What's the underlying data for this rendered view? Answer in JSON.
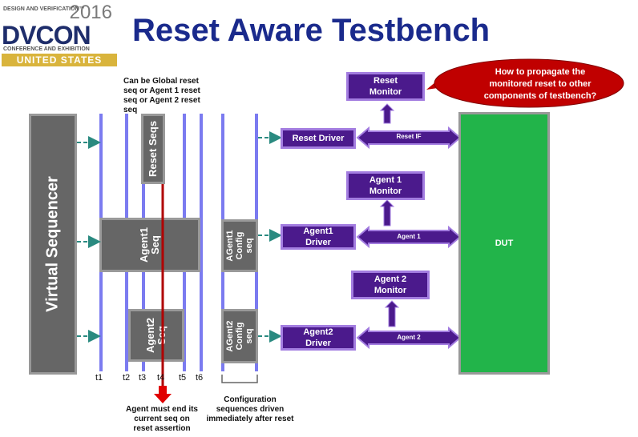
{
  "logo": {
    "year": "2016",
    "line1": "DESIGN AND VERIFICATION™",
    "brand": "DVCON",
    "line2": "CONFERENCE AND EXHIBITION",
    "region": "UNITED STATES"
  },
  "title": "Reset Aware Testbench",
  "virtual_sequencer": "Virtual Sequencer",
  "notes": {
    "top": [
      "Can be Global reset",
      "seq or Agent 1 reset",
      "seq or Agent 2 reset",
      "seq"
    ],
    "bottom_left": [
      "Agent must end its",
      "current seq on",
      "reset assertion"
    ],
    "bottom_right": [
      "Configuration",
      "sequences driven",
      "immediately after reset"
    ]
  },
  "blocks": {
    "reset_seqs": "Reset Seqs",
    "agent1_seq": [
      "Agent1",
      "Seq"
    ],
    "agent2_seq": [
      "Agent2",
      "Seq"
    ],
    "agent1_config": [
      "AGent1",
      "Config",
      "seq"
    ],
    "agent2_config": [
      "AGent2",
      "Config",
      "seq"
    ]
  },
  "time_labels": [
    "t1",
    "t2",
    "t3",
    "t4",
    "t5",
    "t6"
  ],
  "components": {
    "reset_monitor": [
      "Reset",
      "Monitor"
    ],
    "reset_driver": "Reset Driver",
    "agent1_monitor": [
      "Agent 1",
      "Monitor"
    ],
    "agent1_driver": [
      "Agent1",
      "Driver"
    ],
    "agent2_monitor": [
      "Agent 2",
      "Monitor"
    ],
    "agent2_driver": [
      "Agent2",
      "Driver"
    ],
    "dut": "DUT"
  },
  "interfaces": {
    "reset_if": "Reset IF",
    "agent1": "Agent 1",
    "agent2": "Agent 2"
  },
  "callout": [
    "How to propagate the",
    "monitored reset to other",
    "components of testbench?"
  ],
  "colors": {
    "title": "#1a2a8c",
    "purple_box": "#4b1a8c",
    "dut": "#22b44a",
    "callout": "#c00000",
    "timeline": "#7b7bf0",
    "reset_arrow": "#e00000"
  }
}
